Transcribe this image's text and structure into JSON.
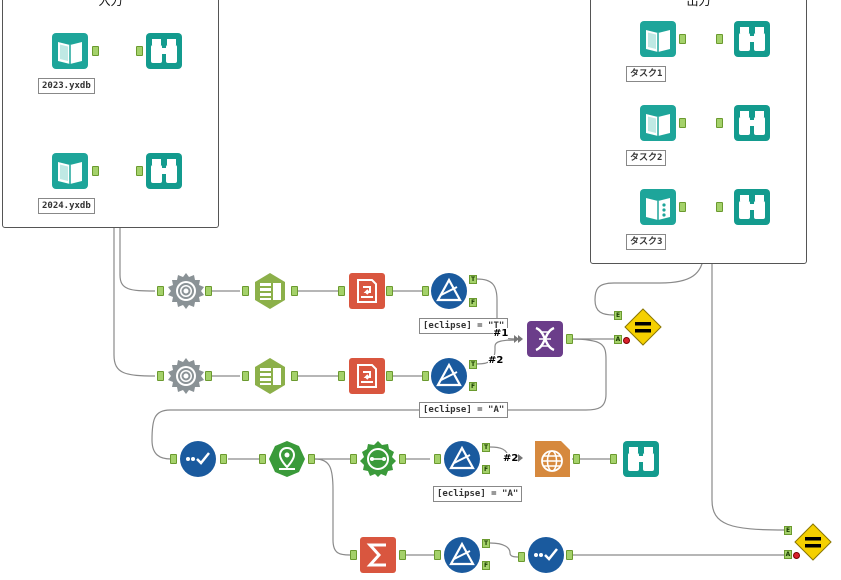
{
  "containers": {
    "input_title": "入力",
    "output_title": "出力"
  },
  "annotations": {
    "input_2023": "2023.yxdb",
    "input_2024": "2024.yxdb",
    "task1": "タスク1",
    "task2": "タスク2",
    "task3": "タスク3",
    "filter1": "[eclipse] = \"T\"",
    "filter2": "[eclipse] = \"A\"",
    "filter3": "[eclipse] = \"A\""
  },
  "wire_labels": {
    "join_1": "#1",
    "join_2": "#2",
    "report_2": "#2"
  },
  "anchor_labels": {
    "true": "T",
    "false": "F",
    "expected": "E",
    "actual": "A"
  },
  "colors": {
    "input_teal": "#1ea59a",
    "browse_teal": "#139b8e",
    "prep_gray": "#8a9296",
    "prep_green": "#8cb04a",
    "parse_orange": "#d9563f",
    "filter_blue": "#1a5a9e",
    "join_purple": "#6b3d8a",
    "spatial_green": "#3a9a3a",
    "report_orange": "#d6893e",
    "test_yellow": "#f5d000",
    "wire": "#808080"
  }
}
